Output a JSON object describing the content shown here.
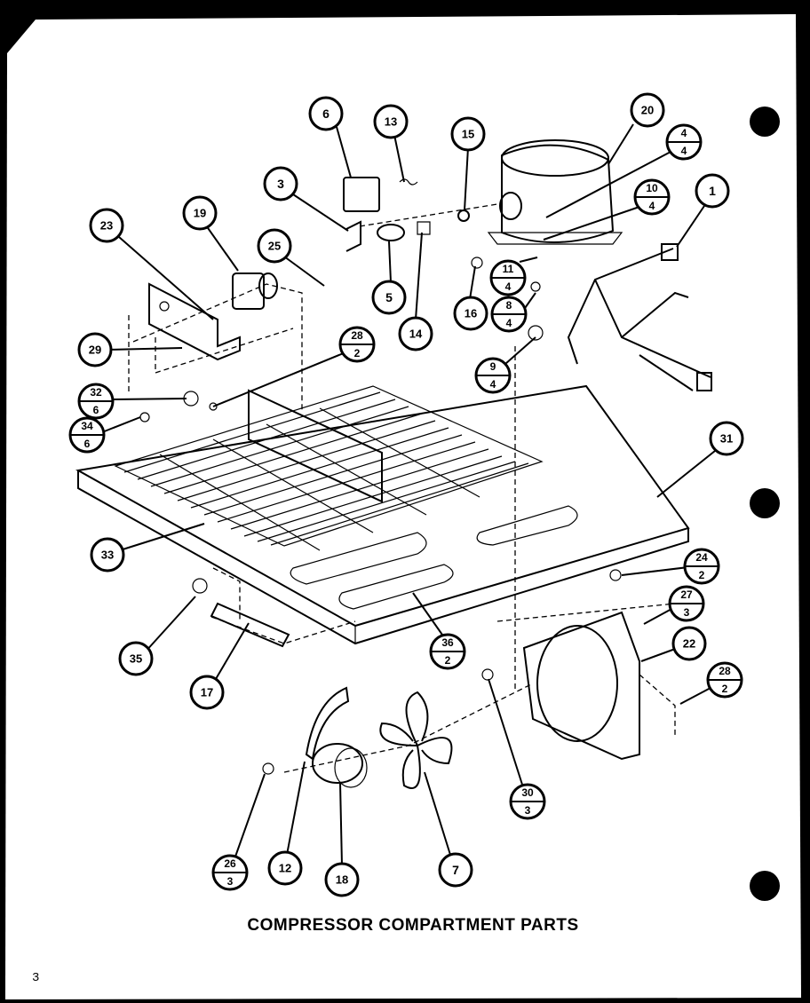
{
  "title": "COMPRESSOR COMPARTMENT PARTS",
  "corner_mark": "3",
  "callouts": {
    "c1": "1",
    "c3": "3",
    "c5": "5",
    "c6": "6",
    "c7": "7",
    "c12": "12",
    "c13": "13",
    "c14": "14",
    "c15": "15",
    "c16": "16",
    "c17": "17",
    "c18": "18",
    "c19": "19",
    "c20": "20",
    "c22": "22",
    "c23": "23",
    "c25": "25",
    "c29": "29",
    "c31": "31",
    "c33": "33",
    "c35": "35",
    "f4_4": {
      "num": "4",
      "den": "4"
    },
    "f10_4": {
      "num": "10",
      "den": "4"
    },
    "f11_4": {
      "num": "11",
      "den": "4"
    },
    "f8_4": {
      "num": "8",
      "den": "4"
    },
    "f9_4": {
      "num": "9",
      "den": "4"
    },
    "f28_2a": {
      "num": "28",
      "den": "2"
    },
    "f32_6": {
      "num": "32",
      "den": "6"
    },
    "f34_6": {
      "num": "34",
      "den": "6"
    },
    "f24_2": {
      "num": "24",
      "den": "2"
    },
    "f27_3": {
      "num": "27",
      "den": "3"
    },
    "f28_2b": {
      "num": "28",
      "den": "2"
    },
    "f36_2": {
      "num": "36",
      "den": "2"
    },
    "f30_3": {
      "num": "30",
      "den": "3"
    },
    "f26_3": {
      "num": "26",
      "den": "3"
    }
  }
}
